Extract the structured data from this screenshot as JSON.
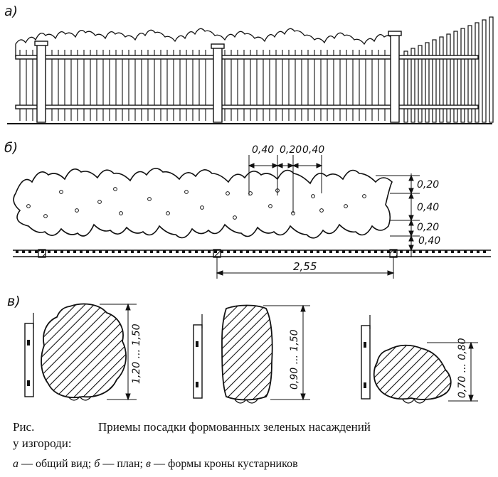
{
  "panels": {
    "a": {
      "label": "а)"
    },
    "b": {
      "label": "б)"
    },
    "c": {
      "label": "в)"
    }
  },
  "plan_dims": {
    "top": [
      "0,40",
      "0,20",
      "0,40"
    ],
    "right": [
      "0,20",
      "0,40",
      "0,20",
      "0,40"
    ],
    "bottom": "2,55"
  },
  "shrub_dims": {
    "rounded": "1,20 ... 1,50",
    "columnar": "0,90 ... 1,50",
    "low": "0,70 ... 0,80"
  },
  "caption": {
    "prefix": "Рис.",
    "title_line1": "Приемы посадки формованных зеленых насаждений",
    "title_line2": "у изгороди:",
    "legend_a_letter": "а",
    "legend_a_text": " — общий вид; ",
    "legend_b_letter": "б",
    "legend_b_text": " — план; ",
    "legend_c_letter": "в",
    "legend_c_text": " — формы кроны кустарников"
  }
}
